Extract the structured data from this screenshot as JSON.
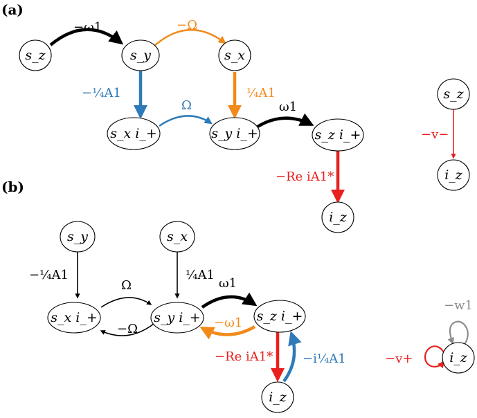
{
  "colors": {
    "black": "#000000",
    "orange": "#f28a1b",
    "blue": "#2f7ab8",
    "red": "#e8201e",
    "gray": "#8c8c8c"
  },
  "panels": {
    "a": "(a)",
    "b": "(b)"
  },
  "nodes": {
    "sz": "s_z",
    "sy": "s_y",
    "sx": "s_x",
    "sxi": "s_x i_+",
    "syi": "s_y i_+",
    "szi": "s_z i_+",
    "iz": "i_z"
  },
  "edge_labels": {
    "minus_omega1": "−ω1",
    "minus_Omega": "−Ω",
    "Omega": "Ω",
    "omega1": "ω1",
    "minus_quarter_A1": "−¼A1",
    "quarter_A1": "¼A1",
    "minus_Re_i_A1star": "−Re iA1*",
    "minus_v_minus": "−v−",
    "minus_v_plus": "−v+",
    "minus_w1": "−w1",
    "minus_i_quarter_A1": "−i¼A1"
  }
}
